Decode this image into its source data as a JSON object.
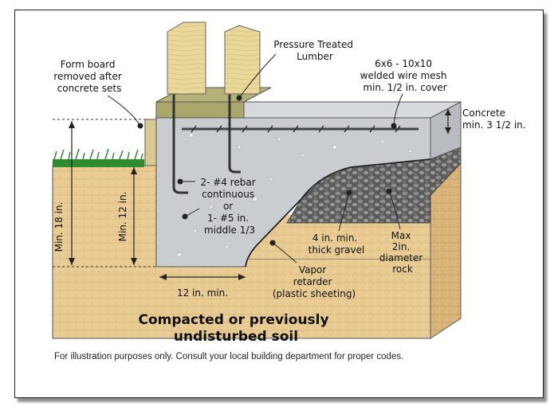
{
  "labels": {
    "form_board": [
      "Form board",
      "removed after",
      "concrete sets"
    ],
    "pressure_treated": [
      "Pressure Treated",
      "Lumber"
    ],
    "wire_mesh": [
      "6x6 - 10x10",
      "welded wire mesh",
      "min. 1/2 in. cover"
    ],
    "concrete": [
      "Concrete",
      "min. 3 1/2 in."
    ],
    "rebar": [
      "2- #4 rebar",
      "continuous",
      "or",
      "1- #5 in.",
      "middle 1/3"
    ],
    "min_18": "Min. 18 in.",
    "min_12": "Min. 12 in.",
    "gravel": [
      "4 in. min.",
      "thick gravel"
    ],
    "rock": [
      "Max",
      "2in.",
      "diameter",
      "rock"
    ],
    "vapor": [
      "Vapor",
      "retarder",
      "(plastic sheeting)"
    ],
    "width_12": "12 in. min.",
    "soil": [
      "Compacted or previously",
      "undisturbed soil"
    ]
  },
  "footnote": "For illustration purposes only.  Consult your local building department for proper codes.",
  "colors": {
    "soil": "#e8cc94",
    "soil_side": "#d9b57a",
    "concrete_front": "#c9cdd2",
    "concrete_top": "#d6d9dd",
    "gravel": "#5b5b5b",
    "lumber": "#e9d89a",
    "sill": "#a9a76a",
    "grass": "#2e8b2e"
  }
}
